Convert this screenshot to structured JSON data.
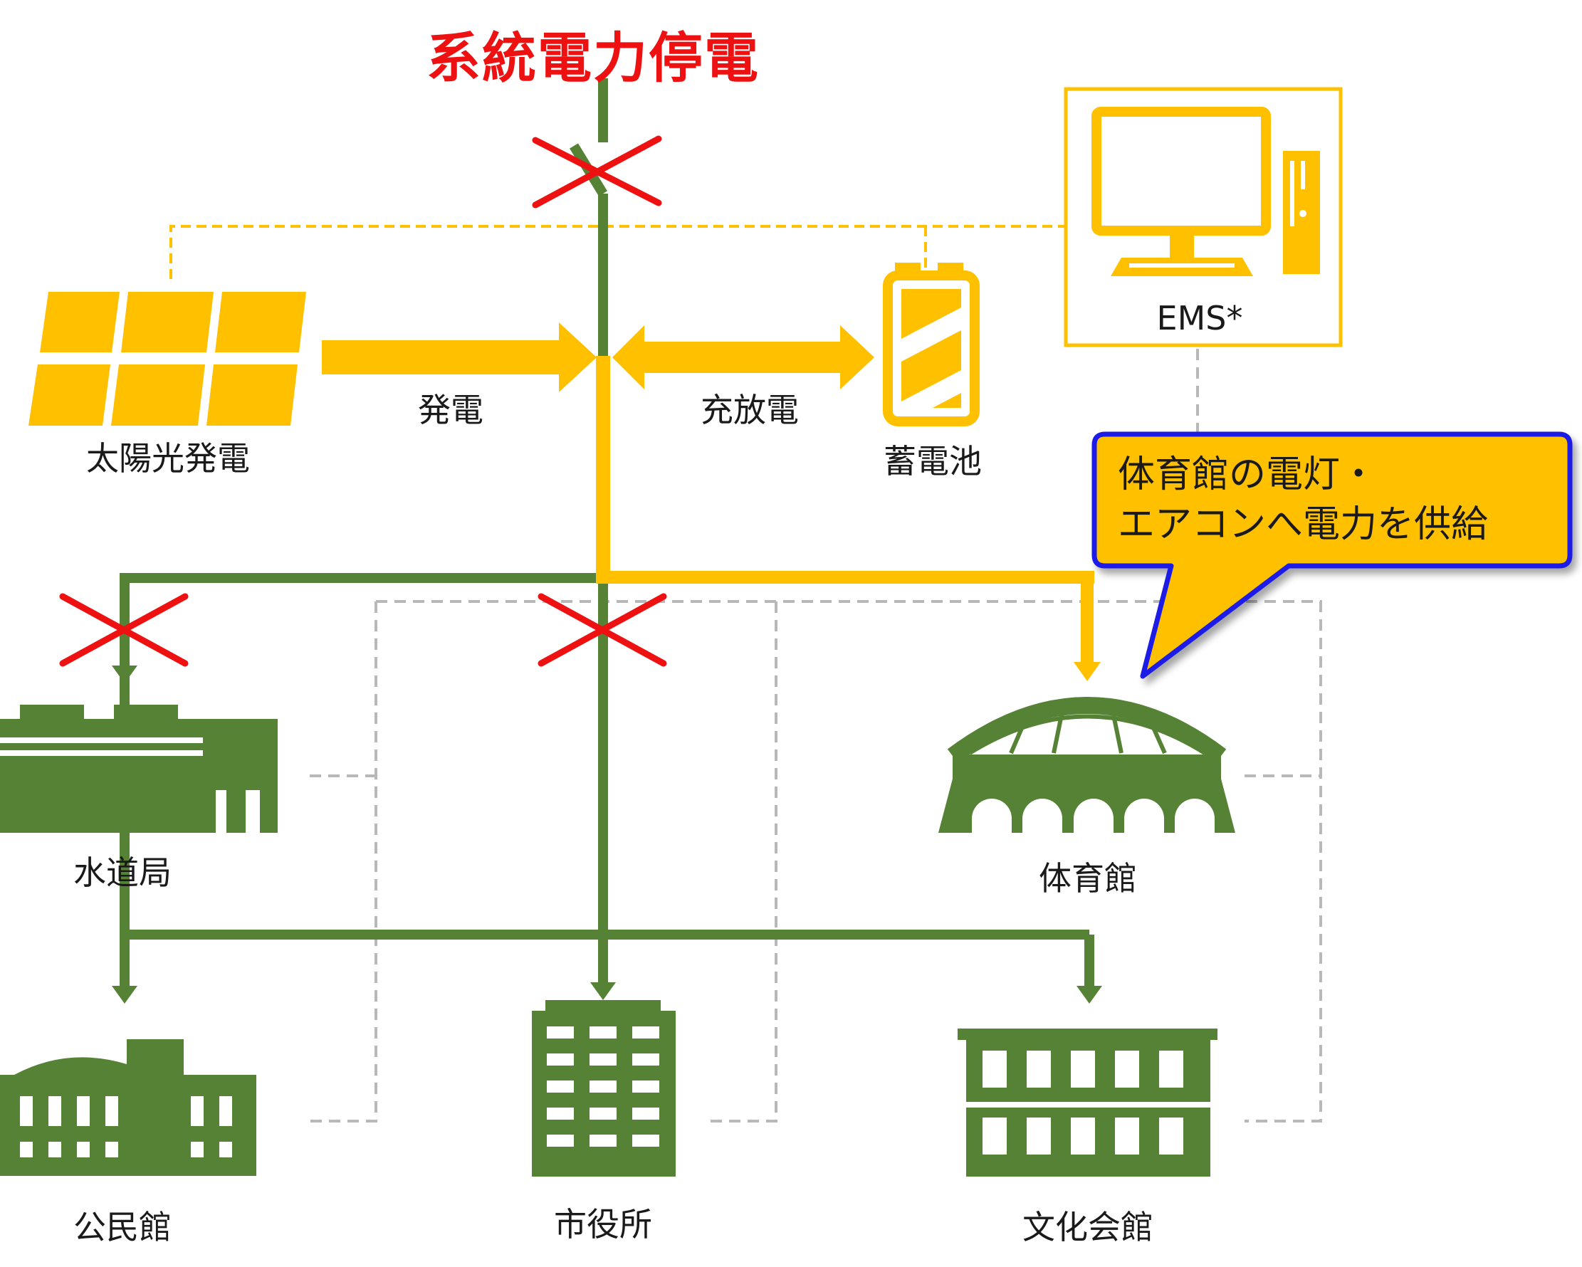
{
  "title": "系統電力停電",
  "labels": {
    "solar": "太陽光発電",
    "generation": "発電",
    "charge": "充放電",
    "battery": "蓄電池",
    "ems": "EMS*",
    "water": "水道局",
    "gym": "体育館",
    "community": "公民館",
    "cityhall": "市役所",
    "culture": "文化会館"
  },
  "callout": {
    "line1": "体育館の電灯・",
    "line2": "エアコンへ電力を供給"
  },
  "colors": {
    "green": "#568235",
    "yellow": "#ffc000",
    "red": "#ee1111",
    "gray": "#b8b8b8",
    "callout_border": "#1a1ae6"
  }
}
